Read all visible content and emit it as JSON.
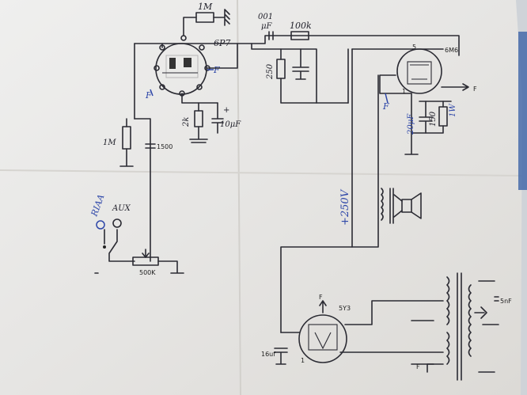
{
  "labels": {
    "preamp_tube": "6P7",
    "filament": "F",
    "r_1m": "1M",
    "cap_001": "001",
    "cap_unit": "μF",
    "r_100k": "100k",
    "r_250": "250",
    "r_2k": "2k",
    "plus": "+",
    "c_10uf": "10μF",
    "r_1m_lower": "1M",
    "c_1500": "1500",
    "riaa": "RIAA",
    "aux": "AUX",
    "pot_500k": "500K",
    "output_tube": "6M6",
    "pin5": "5",
    "pin1": "1",
    "c_20uf": "20μF",
    "r_150": "150",
    "w_1w": "1W",
    "b_plus": "+250V",
    "rect_tube": "5Y3",
    "c_16uf": "16uf",
    "c_5nf": "5nF"
  }
}
